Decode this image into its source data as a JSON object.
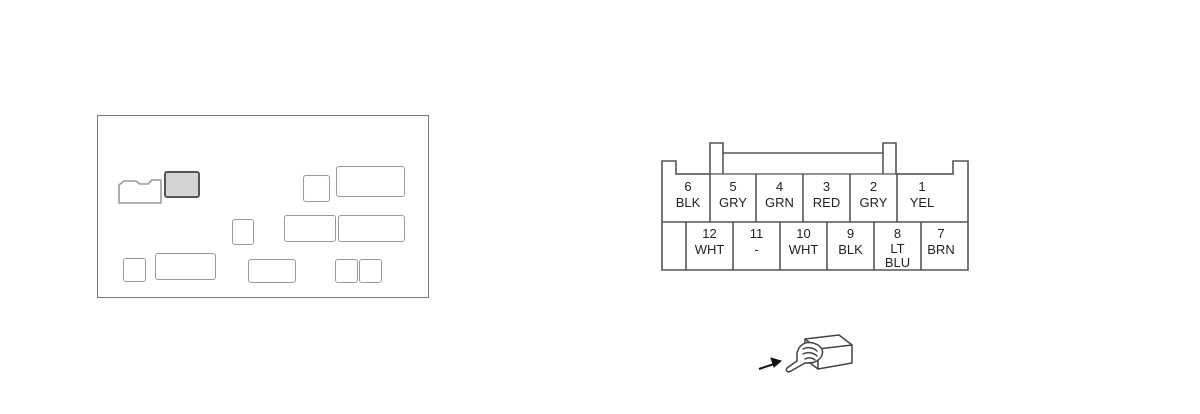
{
  "connector": {
    "pins": [
      {
        "num": "6",
        "color": "BLK"
      },
      {
        "num": "5",
        "color": "GRY"
      },
      {
        "num": "4",
        "color": "GRN"
      },
      {
        "num": "3",
        "color": "RED"
      },
      {
        "num": "2",
        "color": "GRY"
      },
      {
        "num": "1",
        "color": "YEL"
      },
      {
        "num": "12",
        "color": "WHT"
      },
      {
        "num": "11",
        "color": "-"
      },
      {
        "num": "10",
        "color": "WHT"
      },
      {
        "num": "9",
        "color": "BLK"
      },
      {
        "num": "8",
        "color": "LT BLU"
      },
      {
        "num": "7",
        "color": "BRN"
      }
    ]
  },
  "icons": {
    "connector_view": "hand-pushing-connector-icon"
  }
}
